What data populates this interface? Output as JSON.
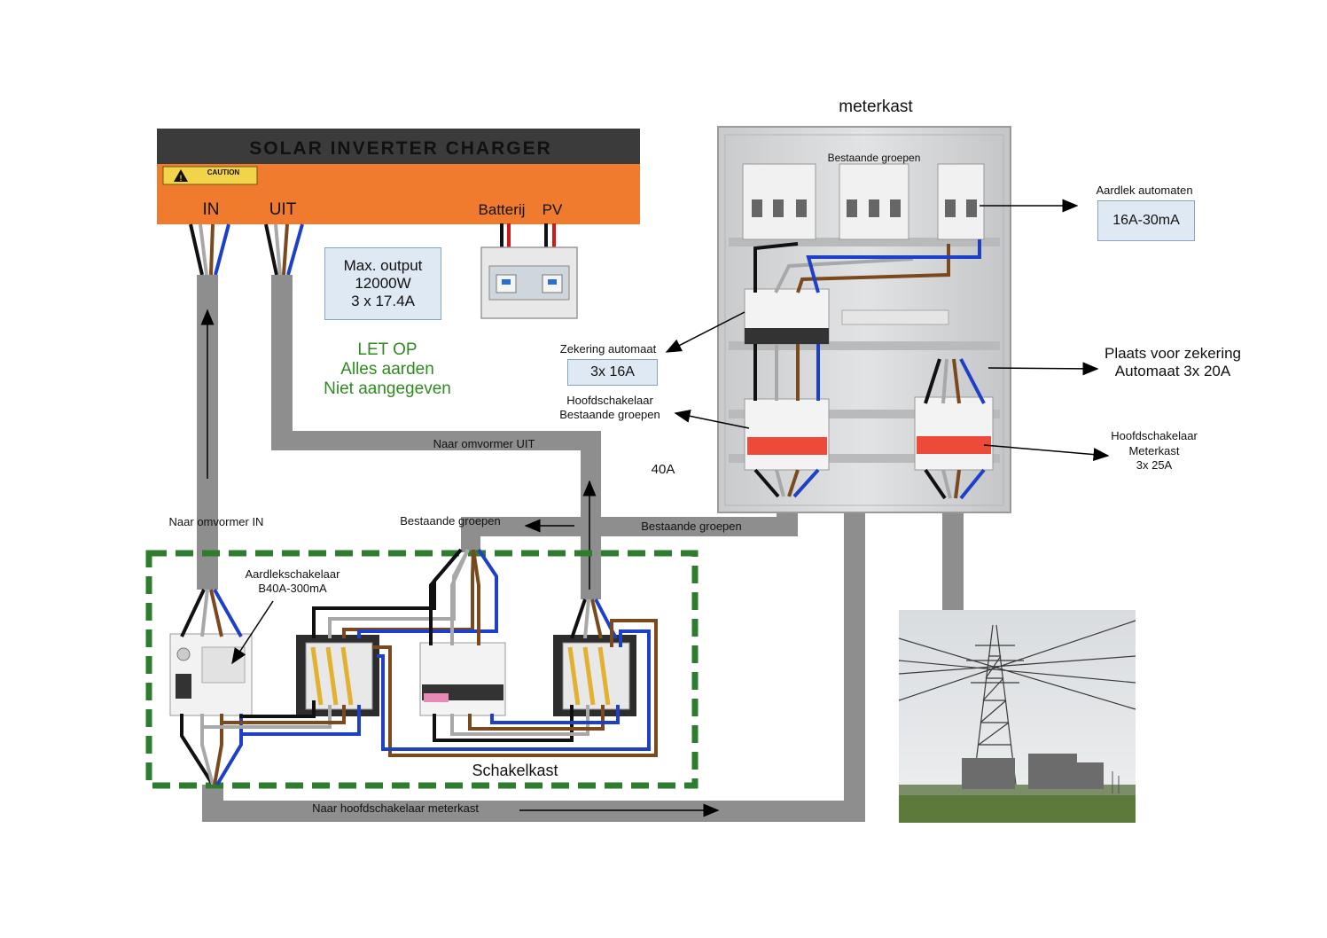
{
  "inverter": {
    "title": "SOLAR INVERTER CHARGER",
    "caution": "CAUTION",
    "port_in": "IN",
    "port_out": "UIT",
    "port_battery": "Batterij",
    "port_pv": "PV",
    "colors": {
      "top": "#3b3b3b",
      "body": "#f07b2e",
      "title_text": "#e9602a"
    }
  },
  "output_box": {
    "line1": "Max. output",
    "line2": "12000W",
    "line3": "3 x 17.4A"
  },
  "note": {
    "line1": "LET OP",
    "line2": "Alles aarden",
    "line3": "Niet aangegeven"
  },
  "meterkast": {
    "title": "meterkast",
    "existing_groups_top": "Bestaande   groepen",
    "rcd_auto_label": "Aardlek   automaten",
    "rcd_auto_value": "16A-30mA",
    "fuse_label": "Zekering   automaat",
    "fuse_value": "3x 16A",
    "main_switch_existing_1": "Hoofdschakelaar",
    "main_switch_existing_2": "Bestaande   groepen",
    "amps_40": "40A",
    "reserved_1": "Plaats voor zekering",
    "reserved_2": "Automaat 3x 20A",
    "main_switch_meter_1": "Hoofdschakelaar",
    "main_switch_meter_2": "Meterkast",
    "main_switch_meter_3": "3x  25A"
  },
  "cables": {
    "to_inverter_out": "Naar   omvormer   UIT",
    "to_inverter_in": "Naar   omvormer   IN",
    "existing_groups_left": "Bestaande    groepen",
    "existing_groups_right": "Bestaande    groepen",
    "to_main_switch": "Naar    hoofdschakelaar    meterkast"
  },
  "schakelkast": {
    "title": "Schakelkast",
    "rcd_1": "Aardlekschakelaar",
    "rcd_2": "B40A-300mA",
    "border_color": "#2e7d2e"
  },
  "wire_colors": {
    "black": "#111111",
    "grey": "#a8a8a8",
    "brown": "#7a4a1e",
    "blue": "#1e3fc7",
    "cable": "#8e8e8e"
  },
  "icons": [
    "warning-triangle-icon",
    "power-pylon-photo"
  ]
}
